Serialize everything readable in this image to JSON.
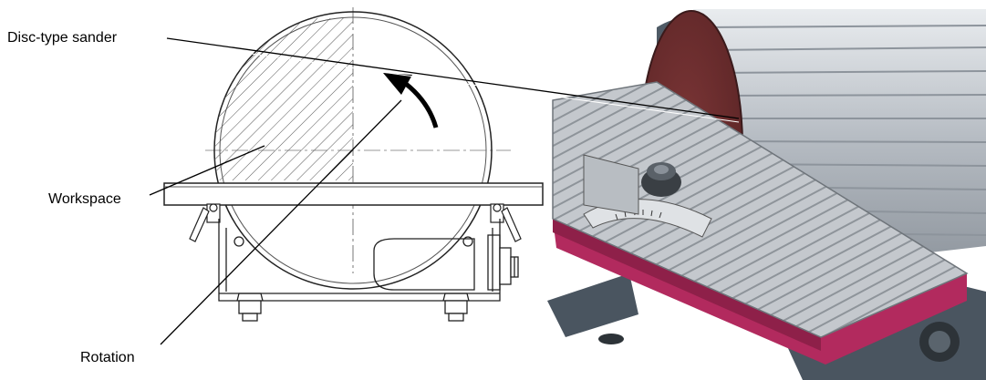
{
  "labels": {
    "disc_sander": "Disc-type sander",
    "workspace": "Workspace",
    "rotation": "Rotation"
  },
  "colors": {
    "disc_surface": "#6b2d2e",
    "table_edge": "#b22a5e",
    "table_metal": "#c9ccd0",
    "housing": "#a9afb6",
    "base": "#4a5560"
  }
}
